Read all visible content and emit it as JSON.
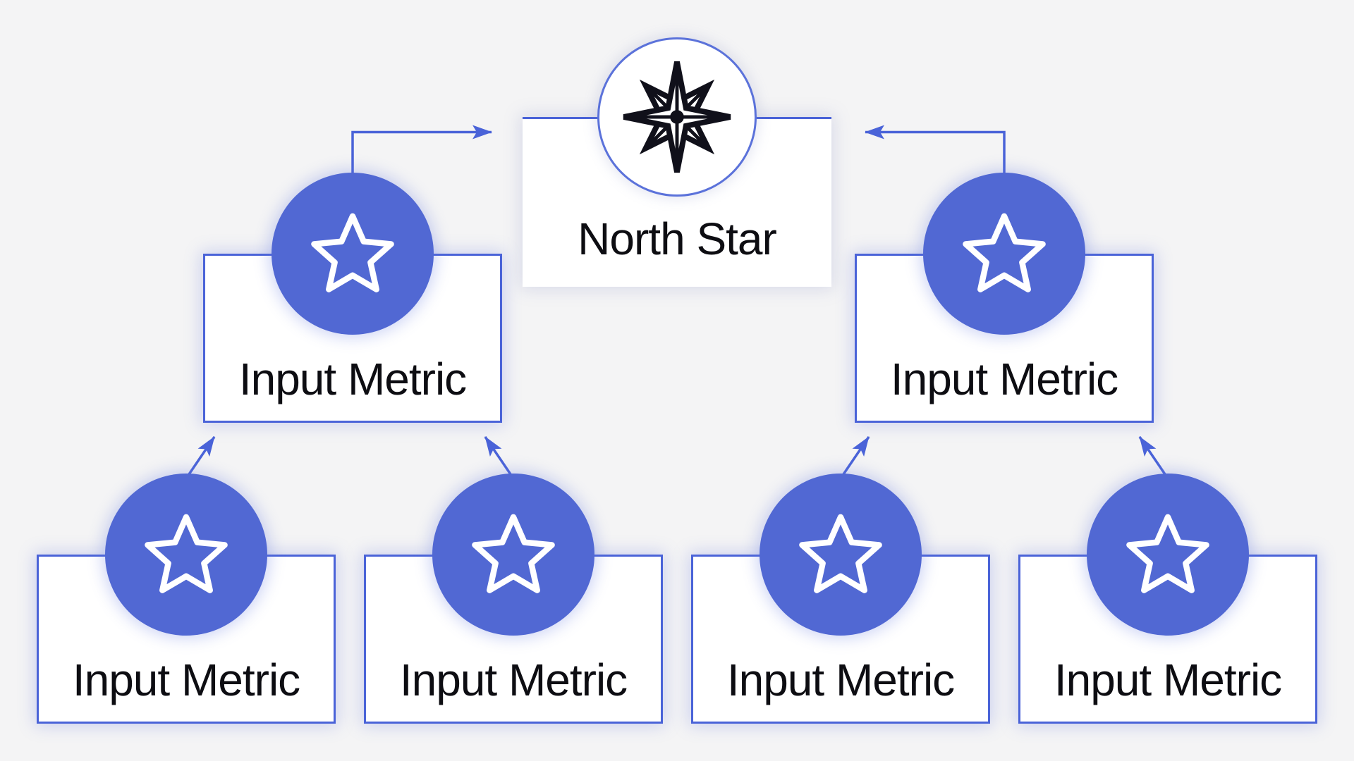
{
  "diagram": {
    "background": "#f4f4f5",
    "accent_fill": "#5168d3",
    "accent_stroke": "#4a63d8",
    "text_color": "#0d0d12",
    "nodes": {
      "north_star": {
        "label": "North Star",
        "icon": "compass-rose-icon"
      },
      "input_left": {
        "label": "Input Metric",
        "icon": "star-icon"
      },
      "input_right": {
        "label": "Input Metric",
        "icon": "star-icon"
      },
      "input_bottom_1": {
        "label": "Input Metric",
        "icon": "star-icon"
      },
      "input_bottom_2": {
        "label": "Input Metric",
        "icon": "star-icon"
      },
      "input_bottom_3": {
        "label": "Input Metric",
        "icon": "star-icon"
      },
      "input_bottom_4": {
        "label": "Input Metric",
        "icon": "star-icon"
      }
    },
    "connections": [
      {
        "from": "input_left",
        "to": "north_star"
      },
      {
        "from": "input_right",
        "to": "north_star"
      },
      {
        "from": "input_bottom_1",
        "to": "input_left"
      },
      {
        "from": "input_bottom_2",
        "to": "input_left"
      },
      {
        "from": "input_bottom_3",
        "to": "input_right"
      },
      {
        "from": "input_bottom_4",
        "to": "input_right"
      }
    ]
  }
}
